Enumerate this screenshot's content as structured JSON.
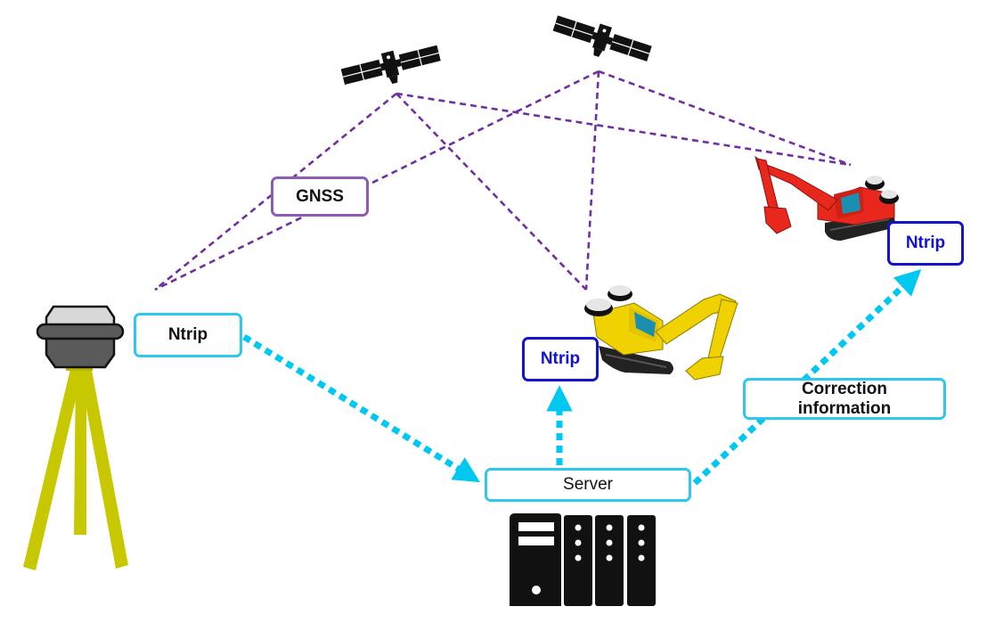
{
  "labels": {
    "gnss": "GNSS",
    "ntrip_base": "Ntrip",
    "ntrip_yellow": "Ntrip",
    "ntrip_red": "Ntrip",
    "correction_line1": "Correction",
    "correction_line2": "information",
    "server": "Server"
  },
  "colors": {
    "gnss_link": "#7030a0",
    "correction_link": "#00c8f0",
    "ntrip_blue": "#1414c8",
    "tripod": "#c8c800",
    "excavator_yellow": "#f0d200",
    "excavator_red": "#e8281c"
  },
  "icons": [
    "satellite-icon",
    "gnss-base-receiver-icon",
    "tripod-icon",
    "yellow-excavator-icon",
    "red-excavator-icon",
    "server-rack-icon"
  ]
}
